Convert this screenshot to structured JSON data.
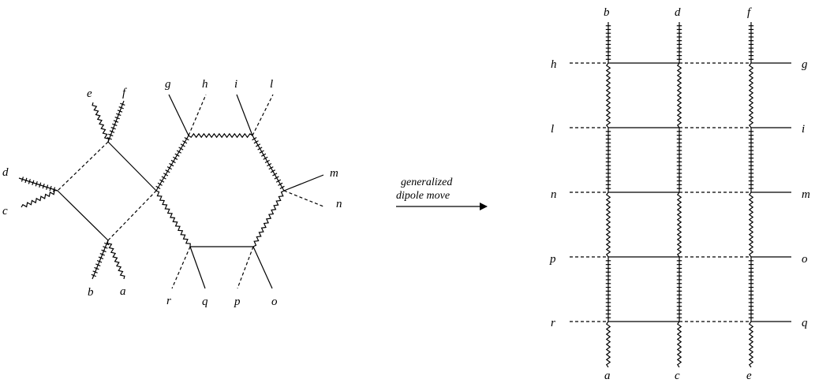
{
  "colors": {
    "ink": "#000000",
    "background": "#ffffff"
  },
  "left_graph": {
    "labels": {
      "a": "a",
      "b": "b",
      "c": "c",
      "d": "d",
      "e": "e",
      "f": "f",
      "g": "g",
      "h": "h",
      "i": "i",
      "l": "l",
      "m": "m",
      "n": "n",
      "o": "o",
      "p": "p",
      "q": "q",
      "r": "r"
    }
  },
  "arrow": {
    "line1": "generalized",
    "line2": "dipole move"
  },
  "right_graph": {
    "top_labels": [
      "b",
      "d",
      "f"
    ],
    "bottom_labels": [
      "a",
      "c",
      "e"
    ],
    "left_labels": [
      "h",
      "l",
      "n",
      "p",
      "r"
    ],
    "right_labels": [
      "g",
      "i",
      "m",
      "o",
      "q"
    ]
  }
}
